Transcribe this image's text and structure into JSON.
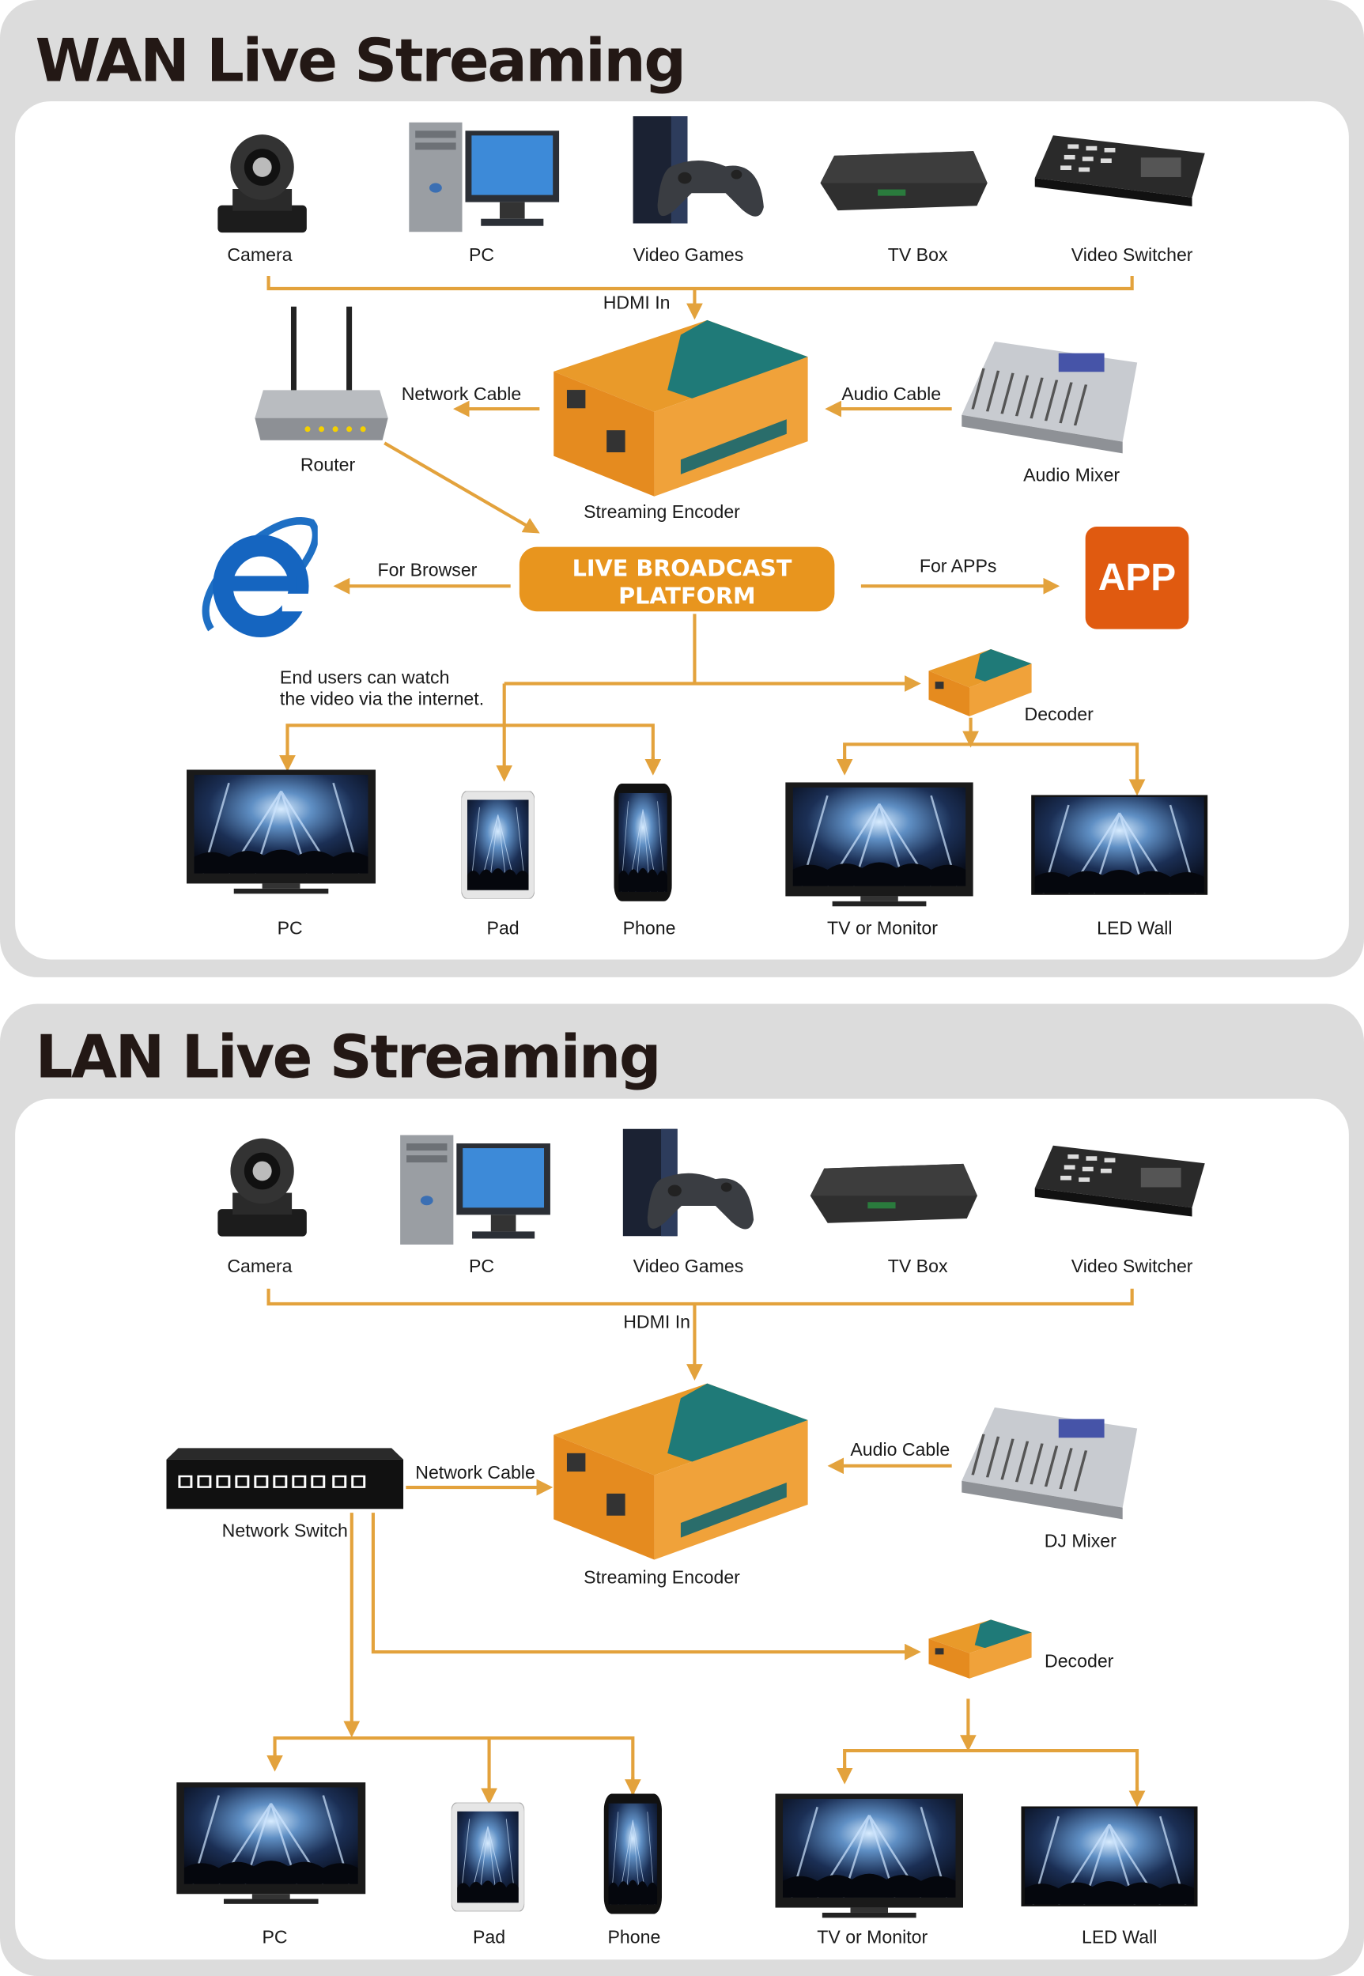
{
  "colors": {
    "accent": "#e8951e",
    "app_tile": "#e05a10",
    "panel": "#dcdcdc",
    "line": "#e3a23c",
    "encoder_teal": "#1f7a78"
  },
  "wan": {
    "title": "WAN Live Streaming",
    "sources": [
      "Camera",
      "PC",
      "Video Games",
      "TV Box",
      "Video Switcher"
    ],
    "hdmi_in": "HDMI In",
    "network_cable": "Network Cable",
    "audio_cable": "Audio Cable",
    "router": "Router",
    "encoder": "Streaming Encoder",
    "audio_mixer": "Audio Mixer",
    "platform": {
      "line1": "LIVE BROADCAST",
      "line2": "PLATFORM"
    },
    "for_browser": "For Browser",
    "for_apps": "For APPs",
    "app": "APP",
    "end_users": {
      "line1": "End users can watch",
      "line2": "the video via the internet."
    },
    "decoder": "Decoder",
    "outputs": [
      "PC",
      "Pad",
      "Phone",
      "TV or Monitor",
      "LED Wall"
    ]
  },
  "lan": {
    "title": "LAN Live Streaming",
    "sources": [
      "Camera",
      "PC",
      "Video Games",
      "TV Box",
      "Video Switcher"
    ],
    "hdmi_in": "HDMI In",
    "network_cable": "Network Cable",
    "audio_cable": "Audio Cable",
    "network_switch": "Network Switch",
    "encoder": "Streaming Encoder",
    "dj_mixer": "DJ Mixer",
    "decoder": "Decoder",
    "outputs": [
      "PC",
      "Pad",
      "Phone",
      "TV or Monitor",
      "LED Wall"
    ]
  }
}
